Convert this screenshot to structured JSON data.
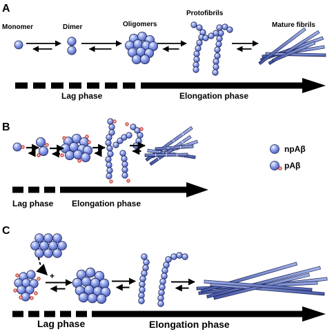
{
  "panels": {
    "a": {
      "letter": "A",
      "stage_labels": [
        "Monomer",
        "Dimer",
        "Oligomers",
        "Protofibrils",
        "Mature fibrils"
      ],
      "phase_lag": "Lag phase",
      "phase_elongation": "Elongation phase"
    },
    "b": {
      "letter": "B",
      "legend": {
        "np_label": "npAβ",
        "p_label": "pAβ"
      },
      "phase_lag": "Lag phase",
      "phase_elongation": "Elongation phase"
    },
    "c": {
      "letter": "C",
      "seed_sign": "+",
      "phase_lag": "Lag phase",
      "phase_elongation": "Elongation phase"
    }
  },
  "colors": {
    "sphere_light": "#e4ebff",
    "sphere_mid": "#8fa2ea",
    "sphere_dark": "#4a5cb8",
    "sphere_outline": "#1a2255",
    "phospho_fill": "#f3b0a0",
    "phospho_outline": "#c02020",
    "fibril_fill": "#6e84c8",
    "fibril_outline": "#1a2255",
    "arrow": "#000000"
  },
  "icons": {
    "sphere": "sphere-icon",
    "phospho_marker": "phosphate-dot-icon",
    "fibril": "fibril-rod-icon"
  }
}
